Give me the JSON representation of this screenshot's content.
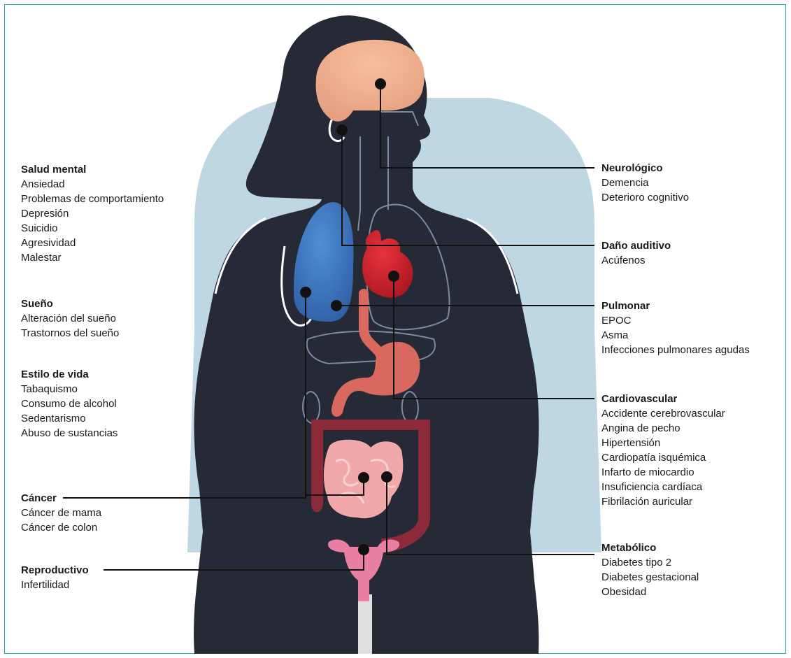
{
  "groups": [
    {
      "id": "salud-mental",
      "title": "Salud mental",
      "items": [
        "Ansiedad",
        "Problemas de comportamiento",
        "Depresión",
        "Suicidio",
        "Agresividad",
        "Malestar"
      ]
    },
    {
      "id": "sueno",
      "title": "Sueño",
      "items": [
        "Alteración del sueño",
        "Trastornos del sueño"
      ]
    },
    {
      "id": "estilo-vida",
      "title": "Estilo de vida",
      "items": [
        "Tabaquismo",
        "Consumo de alcohol",
        "Sedentarismo",
        "Abuso de sustancias"
      ]
    },
    {
      "id": "cancer",
      "title": "Cáncer",
      "items": [
        "Cáncer de mama",
        "Cáncer de colon"
      ]
    },
    {
      "id": "reproductivo",
      "title": "Reproductivo",
      "items": [
        "Infertilidad"
      ]
    },
    {
      "id": "neurologico",
      "title": "Neurológico",
      "items": [
        "Demencia",
        "Deterioro cognitivo"
      ]
    },
    {
      "id": "dano-auditivo",
      "title": "Daño auditivo",
      "items": [
        "Acúfenos"
      ]
    },
    {
      "id": "pulmonar",
      "title": "Pulmonar",
      "items": [
        "EPOC",
        "Asma",
        "Infecciones pulmonares agudas"
      ]
    },
    {
      "id": "cardiovascular",
      "title": "Cardiovascular",
      "items": [
        "Accidente cerebrovascular",
        "Angina de pecho",
        "Hipertensión",
        "Cardiopatía isquémica",
        "Infarto de miocardio",
        "Insuficiencia cardíaca",
        "Fibrilación auricular"
      ]
    },
    {
      "id": "metabolico",
      "title": "Metabólico",
      "items": [
        "Diabetes tipo 2",
        "Diabetes gestacional",
        "Obesidad"
      ]
    }
  ],
  "colors": {
    "body": "#262a36",
    "halo": "#bfd7e2",
    "brain": "#f2b08f",
    "lung": "#3f78c2",
    "heart": "#d8222f",
    "stomach": "#d9685e",
    "colon": "#8c2a3a",
    "intestine": "#f0a8aa",
    "uterus": "#ea7fa4",
    "frame": "#2aa3b0"
  }
}
